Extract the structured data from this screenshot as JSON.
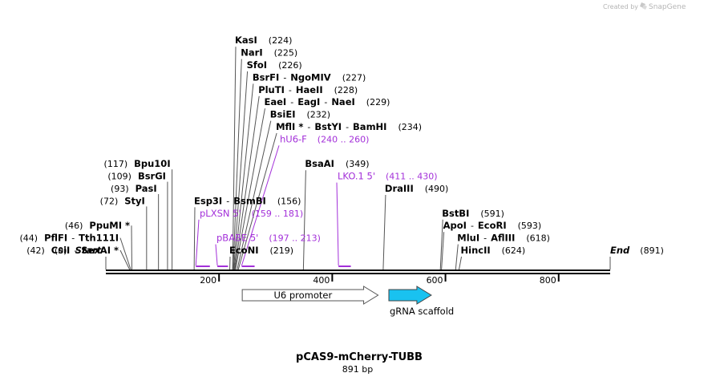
{
  "credit": {
    "text": "Created by",
    "brand": "SnapGene"
  },
  "title": "pCAS9-mCherry-TUBB",
  "subtitle": "891 bp",
  "sequence_length": 891,
  "colors": {
    "primer": "#a330d9",
    "gRNA": "#19c2f0",
    "promoter": "#ffffff",
    "backbone": "#000000"
  },
  "ticks": [
    200,
    400,
    600,
    800
  ],
  "ends": [
    {
      "name": "Start",
      "pos": "(0)",
      "bp": 0,
      "pos_first": true
    },
    {
      "name": "End",
      "pos": "(891)",
      "bp": 891,
      "pos_first": false
    }
  ],
  "sites": [
    {
      "labels": [
        "CsiI",
        "SexAI *"
      ],
      "pos": "(42)",
      "bp": 42,
      "row": 0,
      "left": true
    },
    {
      "labels": [
        "PflFI",
        "Tth111I"
      ],
      "pos": "(44)",
      "bp": 44,
      "row": 1,
      "left": true
    },
    {
      "labels": [
        "PpuMI *"
      ],
      "pos": "(46)",
      "bp": 46,
      "row": 2,
      "left": true
    },
    {
      "labels": [
        "StyI"
      ],
      "pos": "(72)",
      "bp": 72,
      "row": 4,
      "left": true
    },
    {
      "labels": [
        "PasI"
      ],
      "pos": "(93)",
      "bp": 93,
      "row": 5,
      "left": true
    },
    {
      "labels": [
        "BsrGI"
      ],
      "pos": "(109)",
      "bp": 109,
      "row": 6,
      "left": true
    },
    {
      "labels": [
        "Bpu10I"
      ],
      "pos": "(117)",
      "bp": 117,
      "row": 7,
      "left": true
    },
    {
      "labels": [
        "EcoNI"
      ],
      "pos": "(219)",
      "bp": 219,
      "row": 0,
      "left": false
    },
    {
      "labels": [
        "Esp3I",
        "BsmBI"
      ],
      "pos": "(156)",
      "bp": 156,
      "row": 4,
      "left": false
    },
    {
      "labels": [
        "KasI"
      ],
      "pos": "(224)",
      "bp": 224,
      "row": 17,
      "left": false
    },
    {
      "labels": [
        "NarI"
      ],
      "pos": "(225)",
      "bp": 225,
      "row": 16,
      "left": false
    },
    {
      "labels": [
        "SfoI"
      ],
      "pos": "(226)",
      "bp": 226,
      "row": 15,
      "left": false
    },
    {
      "labels": [
        "BsrFI",
        "NgoMIV"
      ],
      "pos": "(227)",
      "bp": 227,
      "row": 14,
      "left": false
    },
    {
      "labels": [
        "PluTI",
        "HaeII"
      ],
      "pos": "(228)",
      "bp": 228,
      "row": 13,
      "left": false
    },
    {
      "labels": [
        "EaeI",
        "EagI",
        "NaeI"
      ],
      "pos": "(229)",
      "bp": 229,
      "row": 12,
      "left": false
    },
    {
      "labels": [
        "BsiEI"
      ],
      "pos": "(232)",
      "bp": 232,
      "row": 11,
      "left": false
    },
    {
      "labels": [
        "MflI *",
        "BstYI",
        "BamHI"
      ],
      "pos": "(234)",
      "bp": 234,
      "row": 10,
      "left": false
    },
    {
      "labels": [
        "BsaAI"
      ],
      "pos": "(349)",
      "bp": 349,
      "row": 7,
      "left": false
    },
    {
      "labels": [
        "DraIII"
      ],
      "pos": "(490)",
      "bp": 490,
      "row": 5,
      "left": false
    },
    {
      "labels": [
        "BstBI"
      ],
      "pos": "(591)",
      "bp": 591,
      "row": 3,
      "left": false
    },
    {
      "labels": [
        "ApoI",
        "EcoRI"
      ],
      "pos": "(593)",
      "bp": 593,
      "row": 2,
      "left": false
    },
    {
      "labels": [
        "MluI",
        "AflIII"
      ],
      "pos": "(618)",
      "bp": 618,
      "row": 1,
      "left": false
    },
    {
      "labels": [
        "HincII"
      ],
      "pos": "(624)",
      "bp": 624,
      "row": 0,
      "left": false
    }
  ],
  "primers": [
    {
      "name": "pBABE 5'",
      "range": "(197 .. 213)",
      "start": 197,
      "end": 213,
      "row": 1
    },
    {
      "name": "pLXSN 5'",
      "range": "(159 .. 181)",
      "start": 159,
      "end": 181,
      "row": 3
    },
    {
      "name": "LKO.1 5'",
      "range": "(411 .. 430)",
      "start": 411,
      "end": 430,
      "row": 6
    },
    {
      "name": "hU6-F",
      "range": "(240 .. 260)",
      "start": 240,
      "end": 260,
      "row": 9
    }
  ],
  "features": [
    {
      "name": "U6 promoter",
      "start": 241,
      "end": 481,
      "kind": "promoter"
    },
    {
      "name": "gRNA scaffold",
      "start": 500,
      "end": 575,
      "kind": "gRNA"
    }
  ]
}
